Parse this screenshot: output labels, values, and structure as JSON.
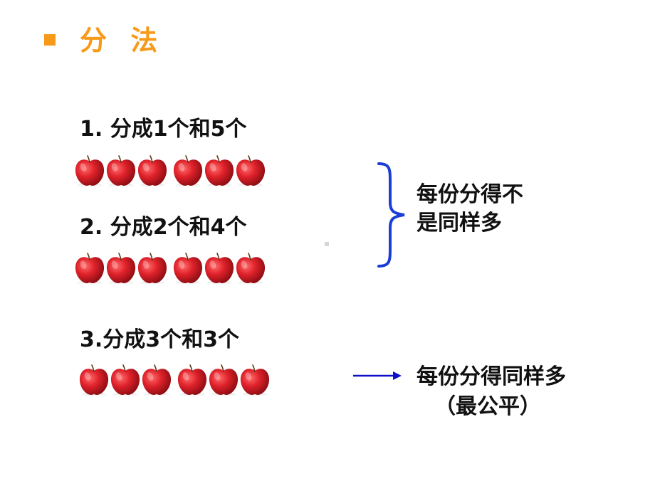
{
  "title": "分 法",
  "items": [
    {
      "label": "1. 分成1个和5个",
      "apples": 6
    },
    {
      "label": "2. 分成2个和4个",
      "apples": 6
    },
    {
      "label": "3.分成3个和3个",
      "apples": 6
    }
  ],
  "unequal_result": {
    "line1": "每份分得不",
    "line2": "是同样多"
  },
  "equal_result": {
    "line1": "每份分得同样多",
    "line2": "（最公平）"
  },
  "colors": {
    "title": "#f79a19",
    "bracket": "#1a3dd6",
    "arrow": "#1010c8",
    "apple": "#d6202a"
  }
}
